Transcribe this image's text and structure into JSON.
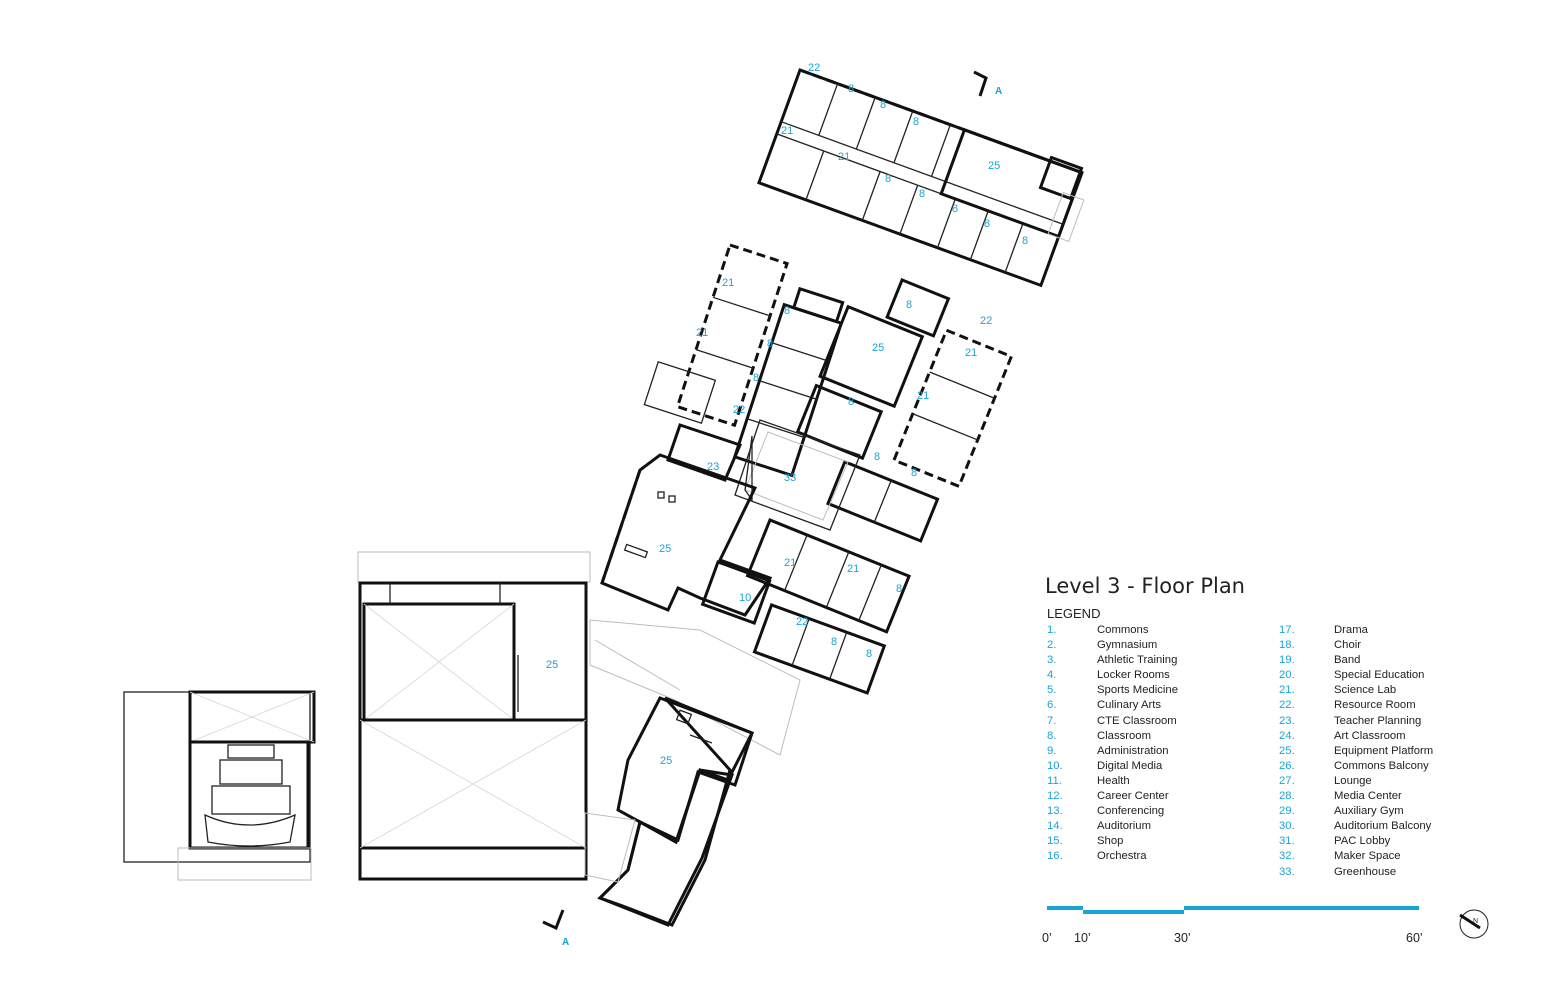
{
  "title": "Level 3 - Floor Plan",
  "legend": {
    "heading": "LEGEND",
    "col1": [
      {
        "num": "1.",
        "label": "Commons"
      },
      {
        "num": "2.",
        "label": "Gymnasium"
      },
      {
        "num": "3.",
        "label": "Athletic Training"
      },
      {
        "num": "4.",
        "label": "Locker Rooms"
      },
      {
        "num": "5.",
        "label": "Sports Medicine"
      },
      {
        "num": "6.",
        "label": "Culinary Arts"
      },
      {
        "num": "7.",
        "label": "CTE Classroom"
      },
      {
        "num": "8.",
        "label": "Classroom"
      },
      {
        "num": "9.",
        "label": "Administration"
      },
      {
        "num": "10.",
        "label": "Digital Media"
      },
      {
        "num": "11.",
        "label": "Health"
      },
      {
        "num": "12.",
        "label": "Career Center"
      },
      {
        "num": "13.",
        "label": "Conferencing"
      },
      {
        "num": "14.",
        "label": "Auditorium"
      },
      {
        "num": "15.",
        "label": "Shop"
      },
      {
        "num": "16.",
        "label": "Orchestra"
      }
    ],
    "col2": [
      {
        "num": "17.",
        "label": "Drama"
      },
      {
        "num": "18.",
        "label": "Choir"
      },
      {
        "num": "19.",
        "label": "Band"
      },
      {
        "num": "20.",
        "label": "Special Education"
      },
      {
        "num": "21.",
        "label": "Science Lab"
      },
      {
        "num": "22.",
        "label": "Resource Room"
      },
      {
        "num": "23.",
        "label": "Teacher Planning"
      },
      {
        "num": "24.",
        "label": "Art Classroom"
      },
      {
        "num": "25.",
        "label": "Equipment Platform"
      },
      {
        "num": "26.",
        "label": "Commons Balcony"
      },
      {
        "num": "27.",
        "label": "Lounge"
      },
      {
        "num": "28.",
        "label": "Media Center"
      },
      {
        "num": "29.",
        "label": "Auxiliary Gym"
      },
      {
        "num": "30.",
        "label": "Auditorium Balcony"
      },
      {
        "num": "31.",
        "label": "PAC Lobby"
      },
      {
        "num": "32.",
        "label": "Maker Space"
      },
      {
        "num": "33.",
        "label": "Greenhouse"
      }
    ]
  },
  "scale": {
    "labels": [
      "0’",
      "10’",
      "30’",
      "60’"
    ]
  },
  "section_marker": "A",
  "north_label": "N",
  "colors": {
    "accent": "#1aa3d9",
    "wall": "#111111"
  },
  "room_labels": {
    "top": [
      "22",
      "8",
      "8",
      "8",
      "21",
      "21",
      "25",
      "8",
      "8",
      "8",
      "8",
      "8"
    ],
    "left": [
      "21",
      "8",
      "21",
      "8",
      "8",
      "22"
    ],
    "right": [
      "8",
      "22",
      "25",
      "21",
      "21",
      "8",
      "8",
      "8"
    ],
    "center": [
      "23",
      "33",
      "25",
      "21",
      "21",
      "8",
      "10",
      "22",
      "8",
      "8"
    ],
    "gym": [
      "25"
    ],
    "south": [
      "25"
    ]
  }
}
